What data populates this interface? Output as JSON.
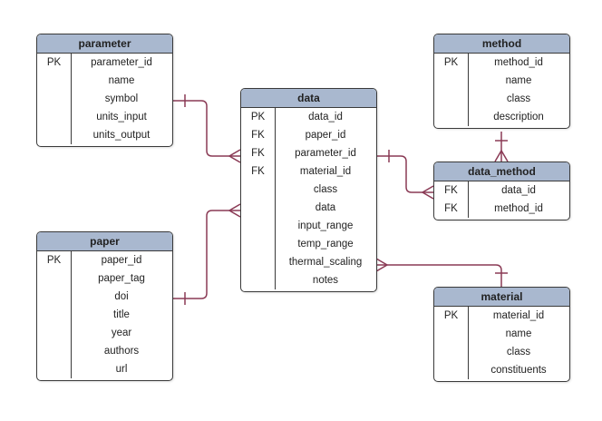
{
  "colors": {
    "header_bg": "#a9b8cf",
    "connector": "#8a3a55",
    "border": "#3a3a3a"
  },
  "tables": {
    "parameter": {
      "title": "parameter",
      "rows": [
        {
          "key": "PK",
          "field": "parameter_id"
        },
        {
          "key": "",
          "field": "name"
        },
        {
          "key": "",
          "field": "symbol"
        },
        {
          "key": "",
          "field": "units_input"
        },
        {
          "key": "",
          "field": "units_output"
        }
      ]
    },
    "paper": {
      "title": "paper",
      "rows": [
        {
          "key": "PK",
          "field": "paper_id"
        },
        {
          "key": "",
          "field": "paper_tag"
        },
        {
          "key": "",
          "field": "doi"
        },
        {
          "key": "",
          "field": "title"
        },
        {
          "key": "",
          "field": "year"
        },
        {
          "key": "",
          "field": "authors"
        },
        {
          "key": "",
          "field": "url"
        }
      ]
    },
    "data": {
      "title": "data",
      "rows": [
        {
          "key": "PK",
          "field": "data_id"
        },
        {
          "key": "FK",
          "field": "paper_id"
        },
        {
          "key": "FK",
          "field": "parameter_id"
        },
        {
          "key": "FK",
          "field": "material_id"
        },
        {
          "key": "",
          "field": "class"
        },
        {
          "key": "",
          "field": "data"
        },
        {
          "key": "",
          "field": "input_range"
        },
        {
          "key": "",
          "field": "temp_range"
        },
        {
          "key": "",
          "field": "thermal_scaling"
        },
        {
          "key": "",
          "field": "notes"
        }
      ]
    },
    "method": {
      "title": "method",
      "rows": [
        {
          "key": "PK",
          "field": "method_id"
        },
        {
          "key": "",
          "field": "name"
        },
        {
          "key": "",
          "field": "class"
        },
        {
          "key": "",
          "field": "description"
        }
      ]
    },
    "data_method": {
      "title": "data_method",
      "rows": [
        {
          "key": "FK",
          "field": "data_id"
        },
        {
          "key": "FK",
          "field": "method_id"
        }
      ]
    },
    "material": {
      "title": "material",
      "rows": [
        {
          "key": "PK",
          "field": "material_id"
        },
        {
          "key": "",
          "field": "name"
        },
        {
          "key": "",
          "field": "class"
        },
        {
          "key": "",
          "field": "constituents"
        }
      ]
    }
  }
}
